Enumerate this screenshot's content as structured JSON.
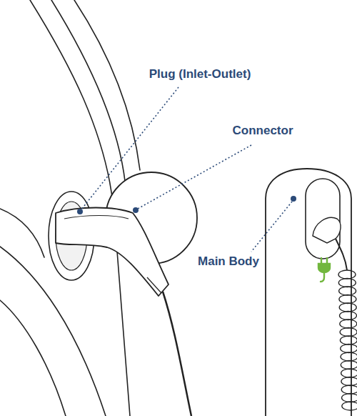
{
  "diagram": {
    "labels": [
      "Plug (Inlet-Outlet)",
      "Connector",
      "Main Body"
    ]
  }
}
